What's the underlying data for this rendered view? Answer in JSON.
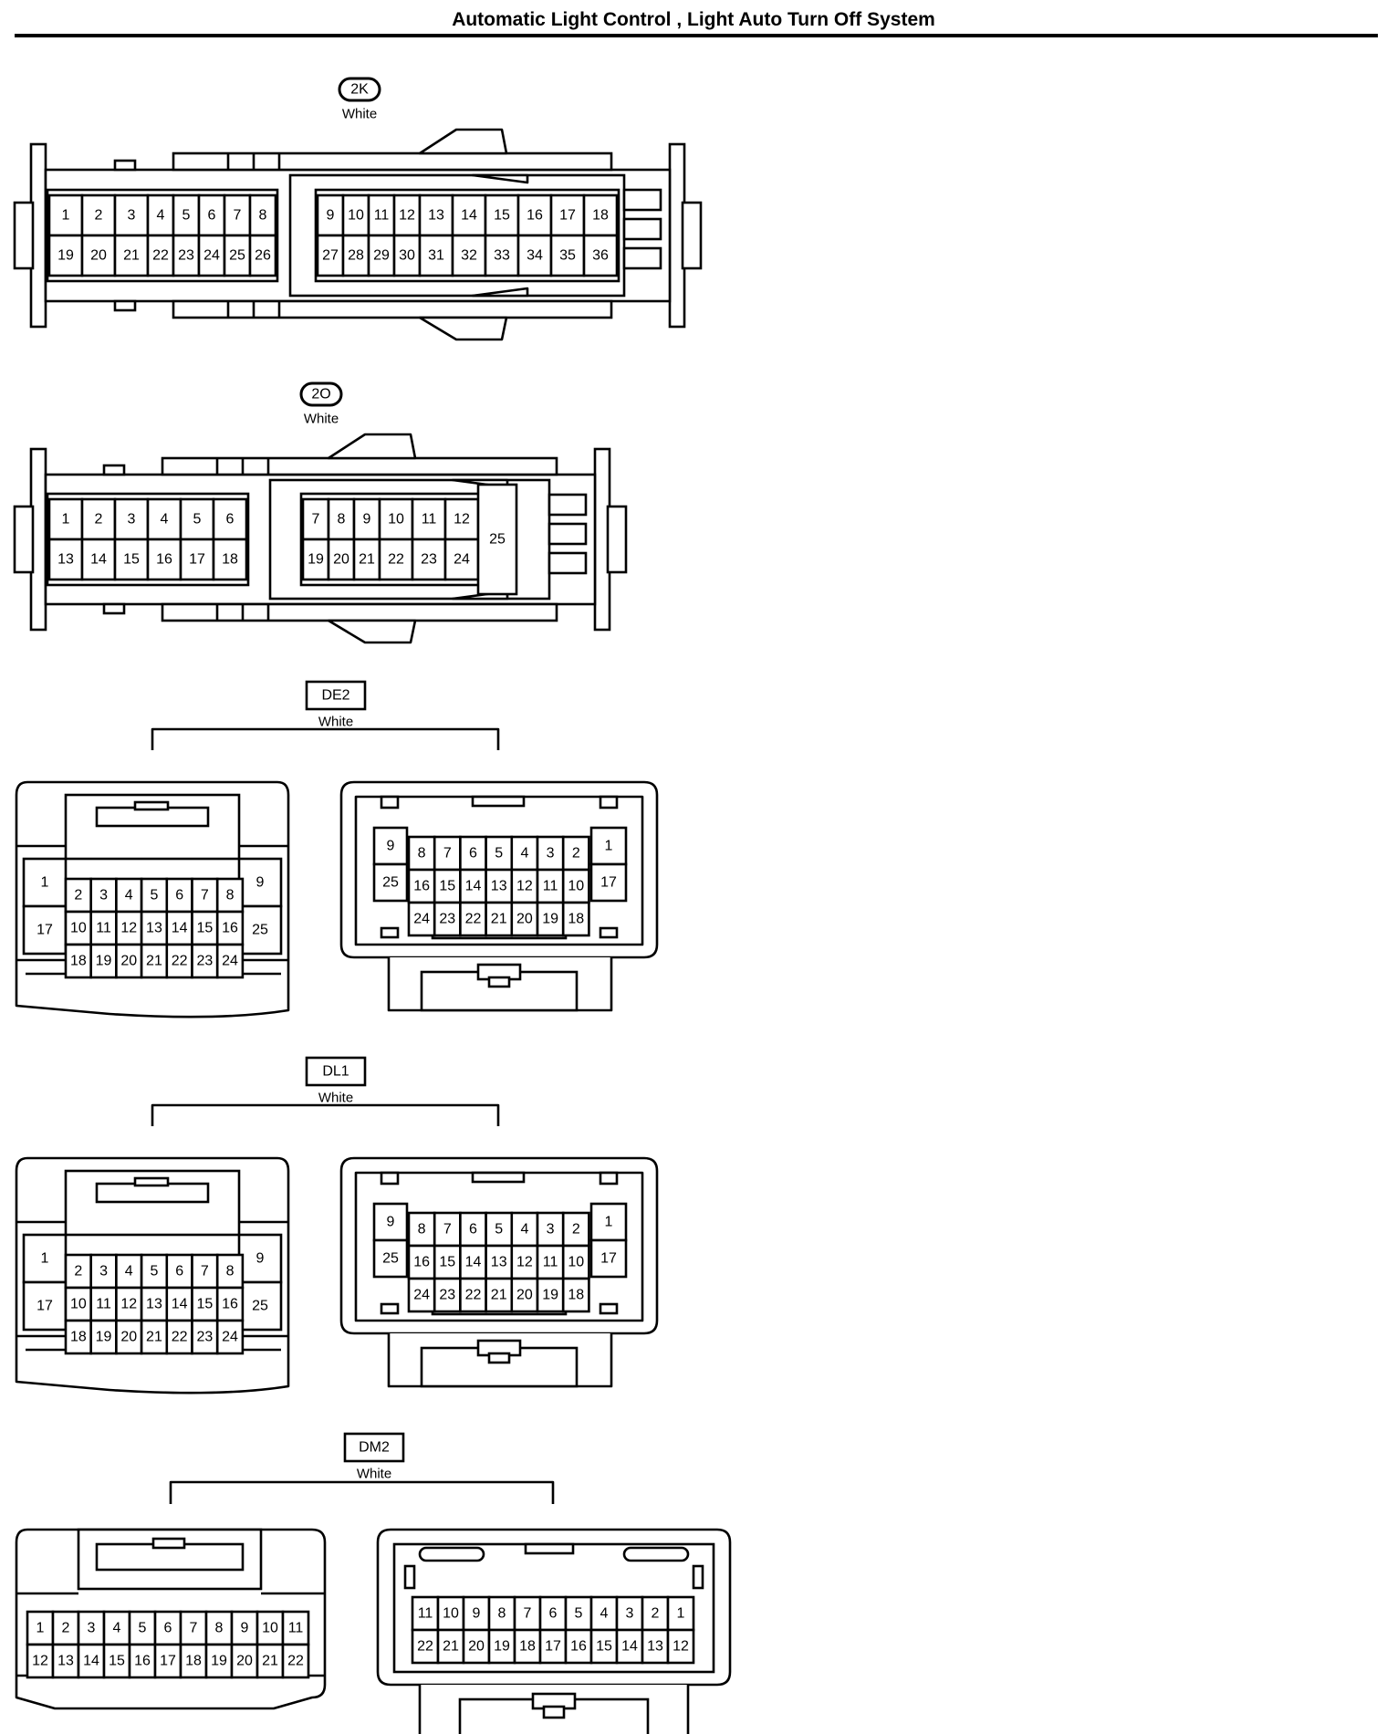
{
  "title": "Automatic Light Control , Light Auto Turn Off System",
  "connectors": [
    {
      "id": "2K",
      "badge_style": "oval",
      "color_label": "White",
      "views": [
        {
          "type": "twin_half",
          "left_rows": [
            [
              "1",
              "2",
              "3",
              "4",
              "5",
              "6",
              "7",
              "8"
            ],
            [
              "19",
              "20",
              "21",
              "22",
              "23",
              "24",
              "25",
              "26"
            ]
          ],
          "right_rows": [
            [
              "9",
              "10",
              "11",
              "12",
              "13",
              "14",
              "15",
              "16",
              "17",
              "18"
            ],
            [
              "27",
              "28",
              "29",
              "30",
              "31",
              "32",
              "33",
              "34",
              "35",
              "36"
            ]
          ]
        }
      ]
    },
    {
      "id": "2O",
      "badge_style": "oval",
      "color_label": "White",
      "views": [
        {
          "type": "twin_half",
          "left_rows": [
            [
              "1",
              "2",
              "3",
              "4",
              "5",
              "6"
            ],
            [
              "13",
              "14",
              "15",
              "16",
              "17",
              "18"
            ]
          ],
          "right_rows": [
            [
              "7",
              "8",
              "9",
              "10",
              "11",
              "12"
            ],
            [
              "19",
              "20",
              "21",
              "22",
              "23",
              "24"
            ]
          ],
          "extra_pin": "25"
        }
      ]
    },
    {
      "id": "DE2",
      "badge_style": "box",
      "color_label": "White",
      "views": [
        {
          "type": "block_male",
          "side_left": [
            "1",
            "17"
          ],
          "side_right": [
            "9",
            "25"
          ],
          "rows": [
            [
              "2",
              "3",
              "4",
              "5",
              "6",
              "7",
              "8"
            ],
            [
              "10",
              "11",
              "12",
              "13",
              "14",
              "15",
              "16"
            ],
            [
              "18",
              "19",
              "20",
              "21",
              "22",
              "23",
              "24"
            ]
          ]
        },
        {
          "type": "block_female",
          "side_left": [
            "9",
            "25"
          ],
          "side_right": [
            "1",
            "17"
          ],
          "rows": [
            [
              "8",
              "7",
              "6",
              "5",
              "4",
              "3",
              "2"
            ],
            [
              "16",
              "15",
              "14",
              "13",
              "12",
              "11",
              "10"
            ],
            [
              "24",
              "23",
              "22",
              "21",
              "20",
              "19",
              "18"
            ]
          ]
        }
      ]
    },
    {
      "id": "DL1",
      "badge_style": "box",
      "color_label": "White",
      "views": [
        {
          "type": "block_male",
          "side_left": [
            "1",
            "17"
          ],
          "side_right": [
            "9",
            "25"
          ],
          "rows": [
            [
              "2",
              "3",
              "4",
              "5",
              "6",
              "7",
              "8"
            ],
            [
              "10",
              "11",
              "12",
              "13",
              "14",
              "15",
              "16"
            ],
            [
              "18",
              "19",
              "20",
              "21",
              "22",
              "23",
              "24"
            ]
          ]
        },
        {
          "type": "block_female",
          "side_left": [
            "9",
            "25"
          ],
          "side_right": [
            "1",
            "17"
          ],
          "rows": [
            [
              "8",
              "7",
              "6",
              "5",
              "4",
              "3",
              "2"
            ],
            [
              "16",
              "15",
              "14",
              "13",
              "12",
              "11",
              "10"
            ],
            [
              "24",
              "23",
              "22",
              "21",
              "20",
              "19",
              "18"
            ]
          ]
        }
      ]
    },
    {
      "id": "DM2",
      "badge_style": "box",
      "color_label": "White",
      "views": [
        {
          "type": "row_male",
          "rows": [
            [
              "1",
              "2",
              "3",
              "4",
              "5",
              "6",
              "7",
              "8",
              "9",
              "10",
              "11"
            ],
            [
              "12",
              "13",
              "14",
              "15",
              "16",
              "17",
              "18",
              "19",
              "20",
              "21",
              "22"
            ]
          ]
        },
        {
          "type": "row_female",
          "rows": [
            [
              "11",
              "10",
              "9",
              "8",
              "7",
              "6",
              "5",
              "4",
              "3",
              "2",
              "1"
            ],
            [
              "22",
              "21",
              "20",
              "19",
              "18",
              "17",
              "16",
              "15",
              "14",
              "13",
              "12"
            ]
          ]
        }
      ]
    }
  ]
}
